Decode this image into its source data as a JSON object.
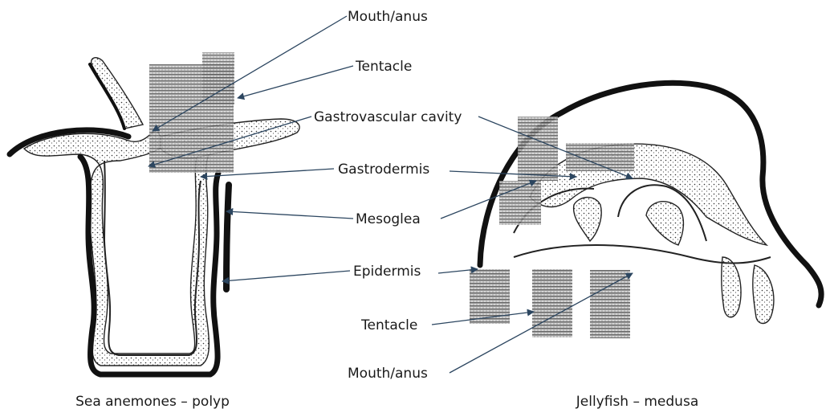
{
  "polyp": {
    "caption": "Sea anemones – polyp",
    "labels": {
      "mouth_anus": "Mouth/anus",
      "tentacle": "Tentacle",
      "gastrovascular_cavity": "Gastrovascular cavity",
      "gastrodermis": "Gastrodermis",
      "mesoglea": "Mesoglea",
      "epidermis": "Epidermis"
    }
  },
  "medusa": {
    "caption": "Jellyfish – medusa",
    "labels": {
      "tentacle": "Tentacle",
      "mouth_anus": "Mouth/anus"
    }
  },
  "colors": {
    "leader": "#2c4660",
    "outline": "#111111"
  }
}
